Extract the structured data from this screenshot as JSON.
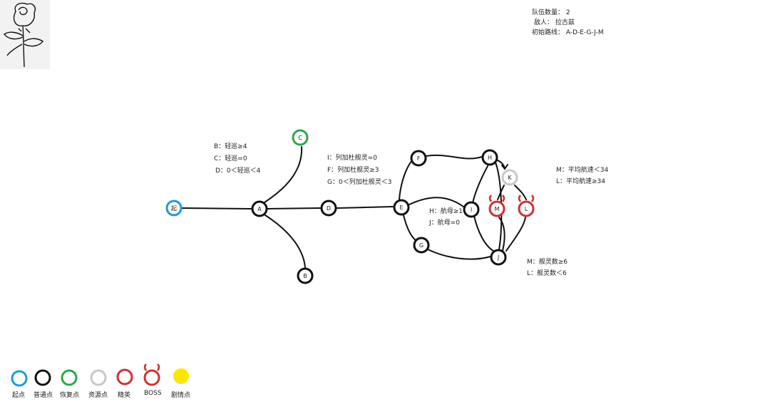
{
  "info": {
    "team_count_label": "队伍数量：",
    "team_count": "2",
    "enemy_label": "敌人：",
    "enemy": "拉古兹",
    "route_label": "初始路线：",
    "route": "A-D-E-G-J-M"
  },
  "conditions": {
    "a_branch": [
      "B：轻巡≥4",
      "C：轻巡=0",
      "D：0＜轻巡＜4"
    ],
    "d_branch": [
      "I：列加杜舰灵=0",
      "F：列加杜舰灵≥3",
      "G：0＜列加杜舰灵＜3"
    ],
    "e_branch": [
      "H：航母≥1",
      "J：航母=0"
    ],
    "k_branch": [
      "M：平均航速＜34",
      "L：平均航速≥34"
    ],
    "j_branch": [
      "M：舰灵数≥6",
      "L：舰灵数＜6"
    ]
  },
  "nodes": {
    "start": "起",
    "A": "A",
    "B": "B",
    "C": "C",
    "D": "D",
    "E": "E",
    "F": "F",
    "G": "G",
    "H": "H",
    "I": "I",
    "J": "J",
    "K": "K",
    "M": "M",
    "L": "L"
  },
  "legend": [
    {
      "label": "起点",
      "type": "start",
      "color": "#1e9bd7"
    },
    {
      "label": "普通点",
      "type": "normal",
      "color": "#111111"
    },
    {
      "label": "恢复点",
      "type": "recovery",
      "color": "#2aa84a"
    },
    {
      "label": "资源点",
      "type": "resource",
      "color": "#c8c8c8"
    },
    {
      "label": "精英",
      "type": "elite",
      "color": "#d03030"
    },
    {
      "label": "BOSS",
      "type": "boss",
      "color": "#d03030"
    },
    {
      "label": "剧情点",
      "type": "story",
      "color": "#ffe600"
    }
  ],
  "colors": {
    "start": "#1e9bd7",
    "normal": "#111111",
    "recovery": "#2aa84a",
    "resource": "#c8c8c8",
    "boss": "#d03030",
    "story": "#ffe600"
  }
}
